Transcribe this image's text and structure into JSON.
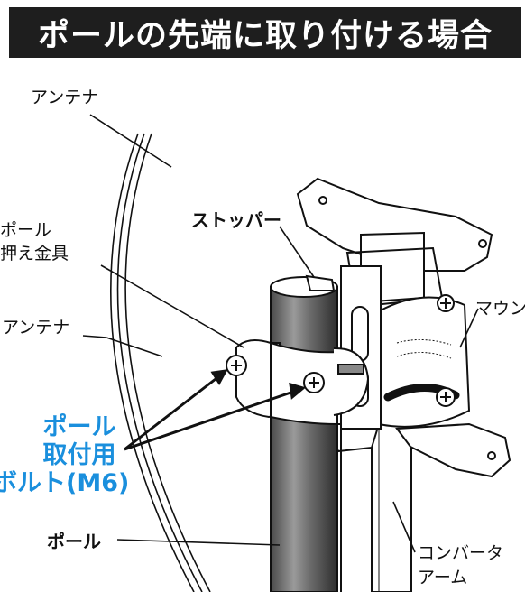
{
  "title": "ポールの先端に取り付ける場合",
  "labels": {
    "antenna_top": "アンテナ",
    "pole_clamp_line1": "ポール",
    "pole_clamp_line2": "押え金具",
    "antenna_mid": "アンテナ",
    "stopper": "ストッパー",
    "mount": "マウン",
    "bolt_line1": "ポール",
    "bolt_line2": "取付用",
    "bolt_line3": "ボルト(M6)",
    "pole": "ポール",
    "converter_line1": "コンバータ",
    "converter_line2": "アーム"
  },
  "colors": {
    "title_bg": "#1e1e1e",
    "title_text": "#ffffff",
    "bolt_label": "#1a8fdd",
    "line": "#111111"
  }
}
